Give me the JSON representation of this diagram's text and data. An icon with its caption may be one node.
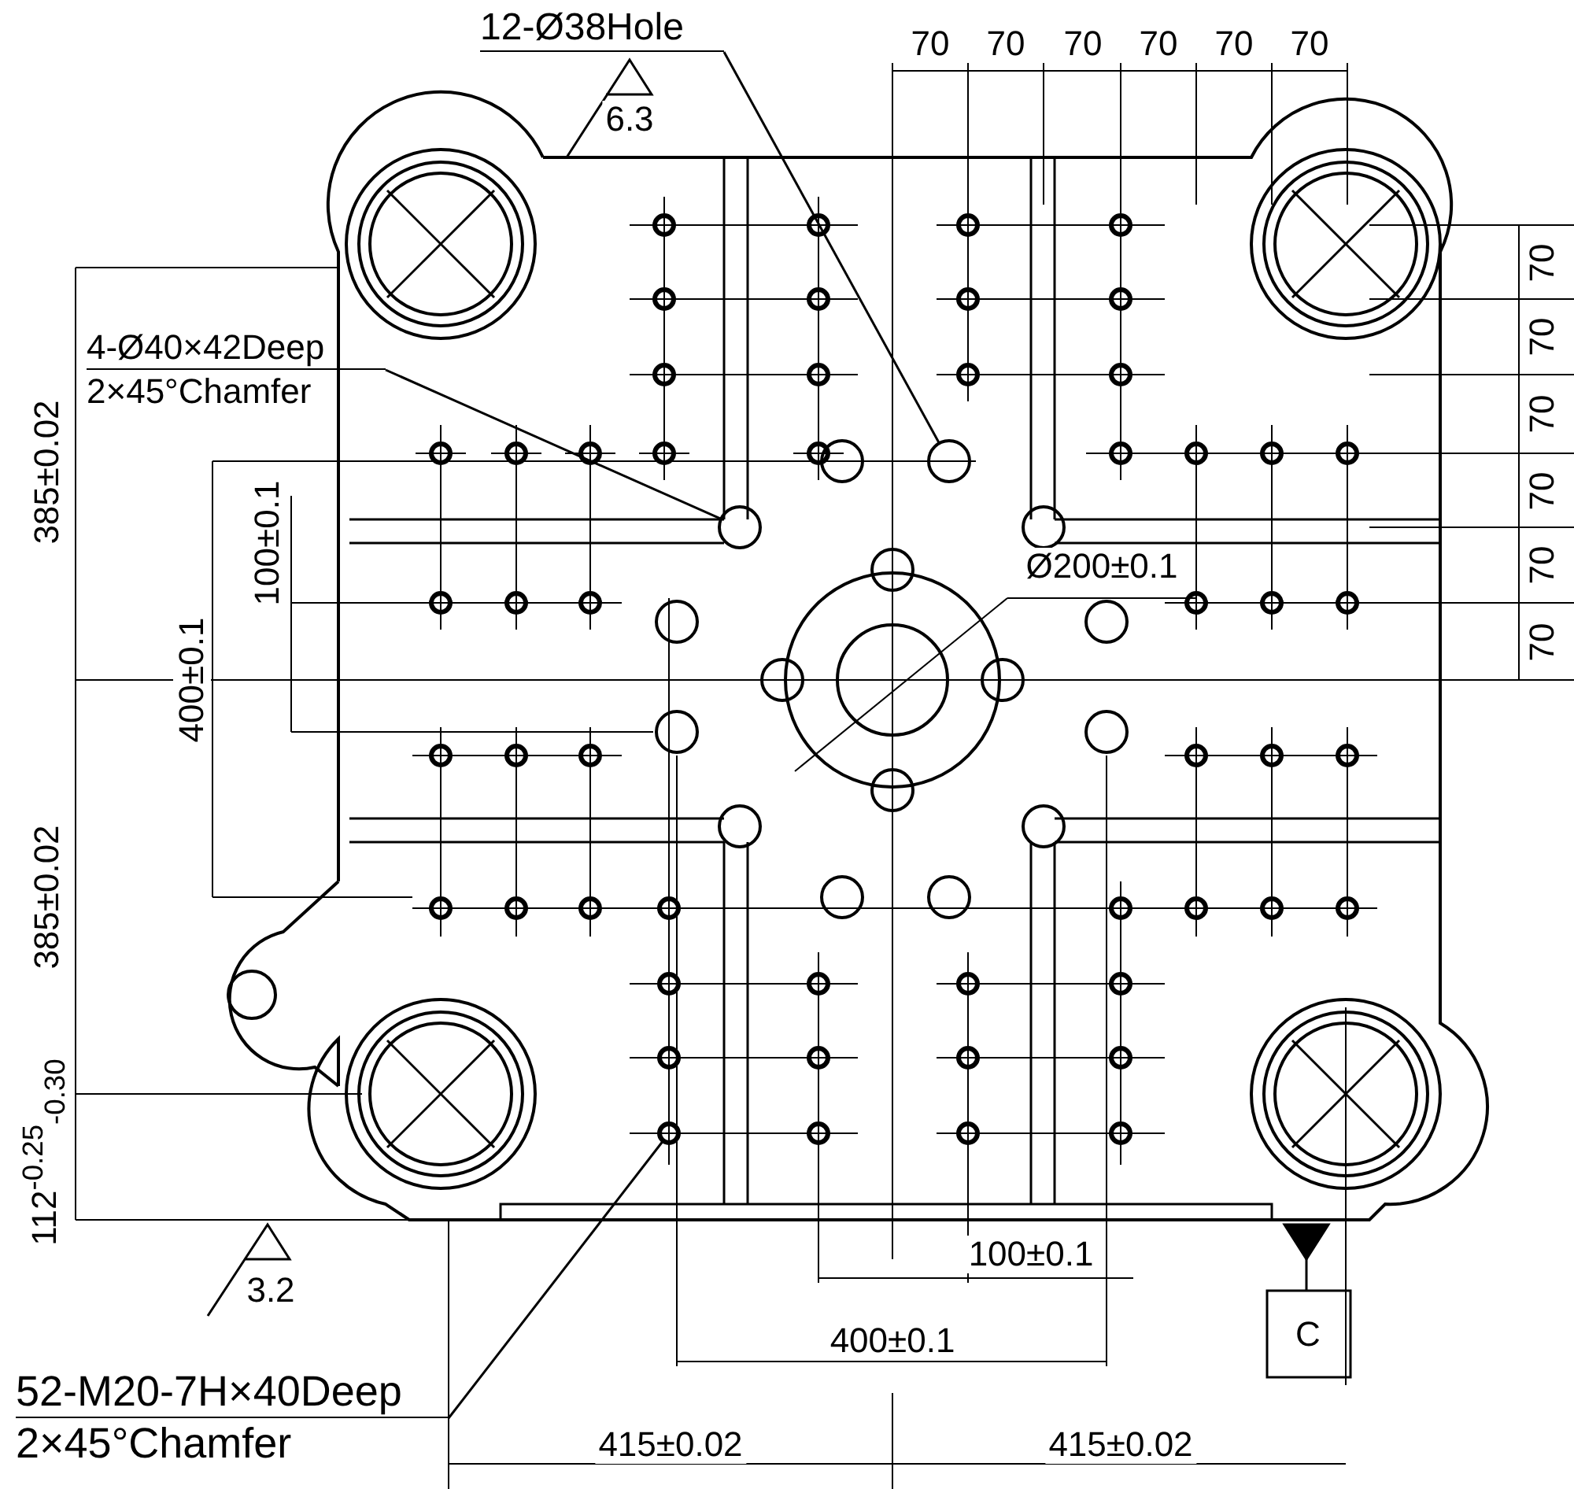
{
  "diagram": {
    "nodes": [
      {
        "text": [
          "12-Ø38Hole"
        ]
      },
      {
        "text": [],
        "shape": "circle"
      },
      {
        "text": [
          "4-Ø40×42Deep",
          "2×45°Chamfer"
        ]
      },
      {
        "text": [],
        "shape": "circle"
      },
      {
        "text": [
          "52-M20-7H×40Deep",
          "2×45°Chamfer"
        ]
      },
      {
        "text": [],
        "shape": "circle"
      }
    ],
    "edges": [
      {
        "from": 0,
        "to": 1,
        "arrow": "none"
      },
      {
        "from": 2,
        "to": 3,
        "arrow": "none"
      },
      {
        "from": 4,
        "to": 5,
        "arrow": "none"
      }
    ],
    "labels": [
      "70",
      "70",
      "70",
      "70",
      "70",
      "70",
      "6.3",
      "70",
      "70",
      "70",
      "70",
      "70",
      "70",
      "385±0.02",
      "100±0.1",
      "Ø200±0.1",
      "400±0.1",
      "385±0.02",
      "112$^{-0.25}$$_{-0.30}$",
      "100±0.1",
      "3.2",
      "400±0.1",
      "C",
      "415±0.02",
      "415±0.02"
    ]
  }
}
